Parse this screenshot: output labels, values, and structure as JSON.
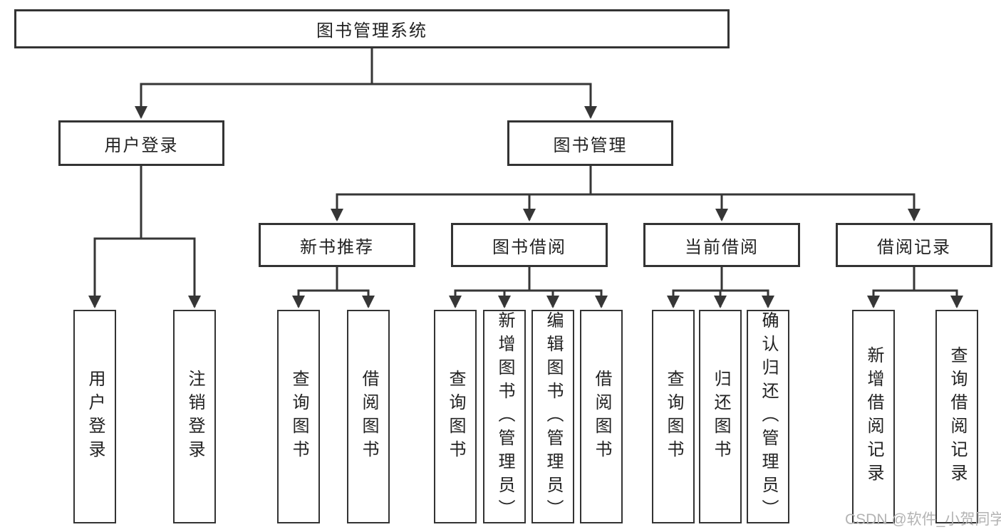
{
  "tree": {
    "root": {
      "label": "图书管理系统",
      "children": [
        {
          "label": "用户登录",
          "children": [
            {
              "label": "用户登录"
            },
            {
              "label": "注销登录"
            }
          ]
        },
        {
          "label": "图书管理",
          "children": [
            {
              "label": "新书推荐",
              "children": [
                {
                  "label": "查询图书"
                },
                {
                  "label": "借阅图书"
                }
              ]
            },
            {
              "label": "图书借阅",
              "children": [
                {
                  "label": "查询图书"
                },
                {
                  "label": "新增图书（管理员）"
                },
                {
                  "label": "编辑图书（管理员）"
                },
                {
                  "label": "借阅图书"
                }
              ]
            },
            {
              "label": "当前借阅",
              "children": [
                {
                  "label": "查询图书"
                },
                {
                  "label": "归还图书"
                },
                {
                  "label": "确认归还（管理员）"
                }
              ]
            },
            {
              "label": "借阅记录",
              "children": [
                {
                  "label": "新增借阅记录"
                },
                {
                  "label": "查询借阅记录"
                }
              ]
            }
          ]
        }
      ]
    }
  },
  "watermark": {
    "text": "CSDN @软件_小贺同学"
  },
  "colors": {
    "line": "#363636",
    "box_border": "#333333",
    "text": "#222222",
    "watermark": "#b3b3b3",
    "background": "#ffffff"
  }
}
